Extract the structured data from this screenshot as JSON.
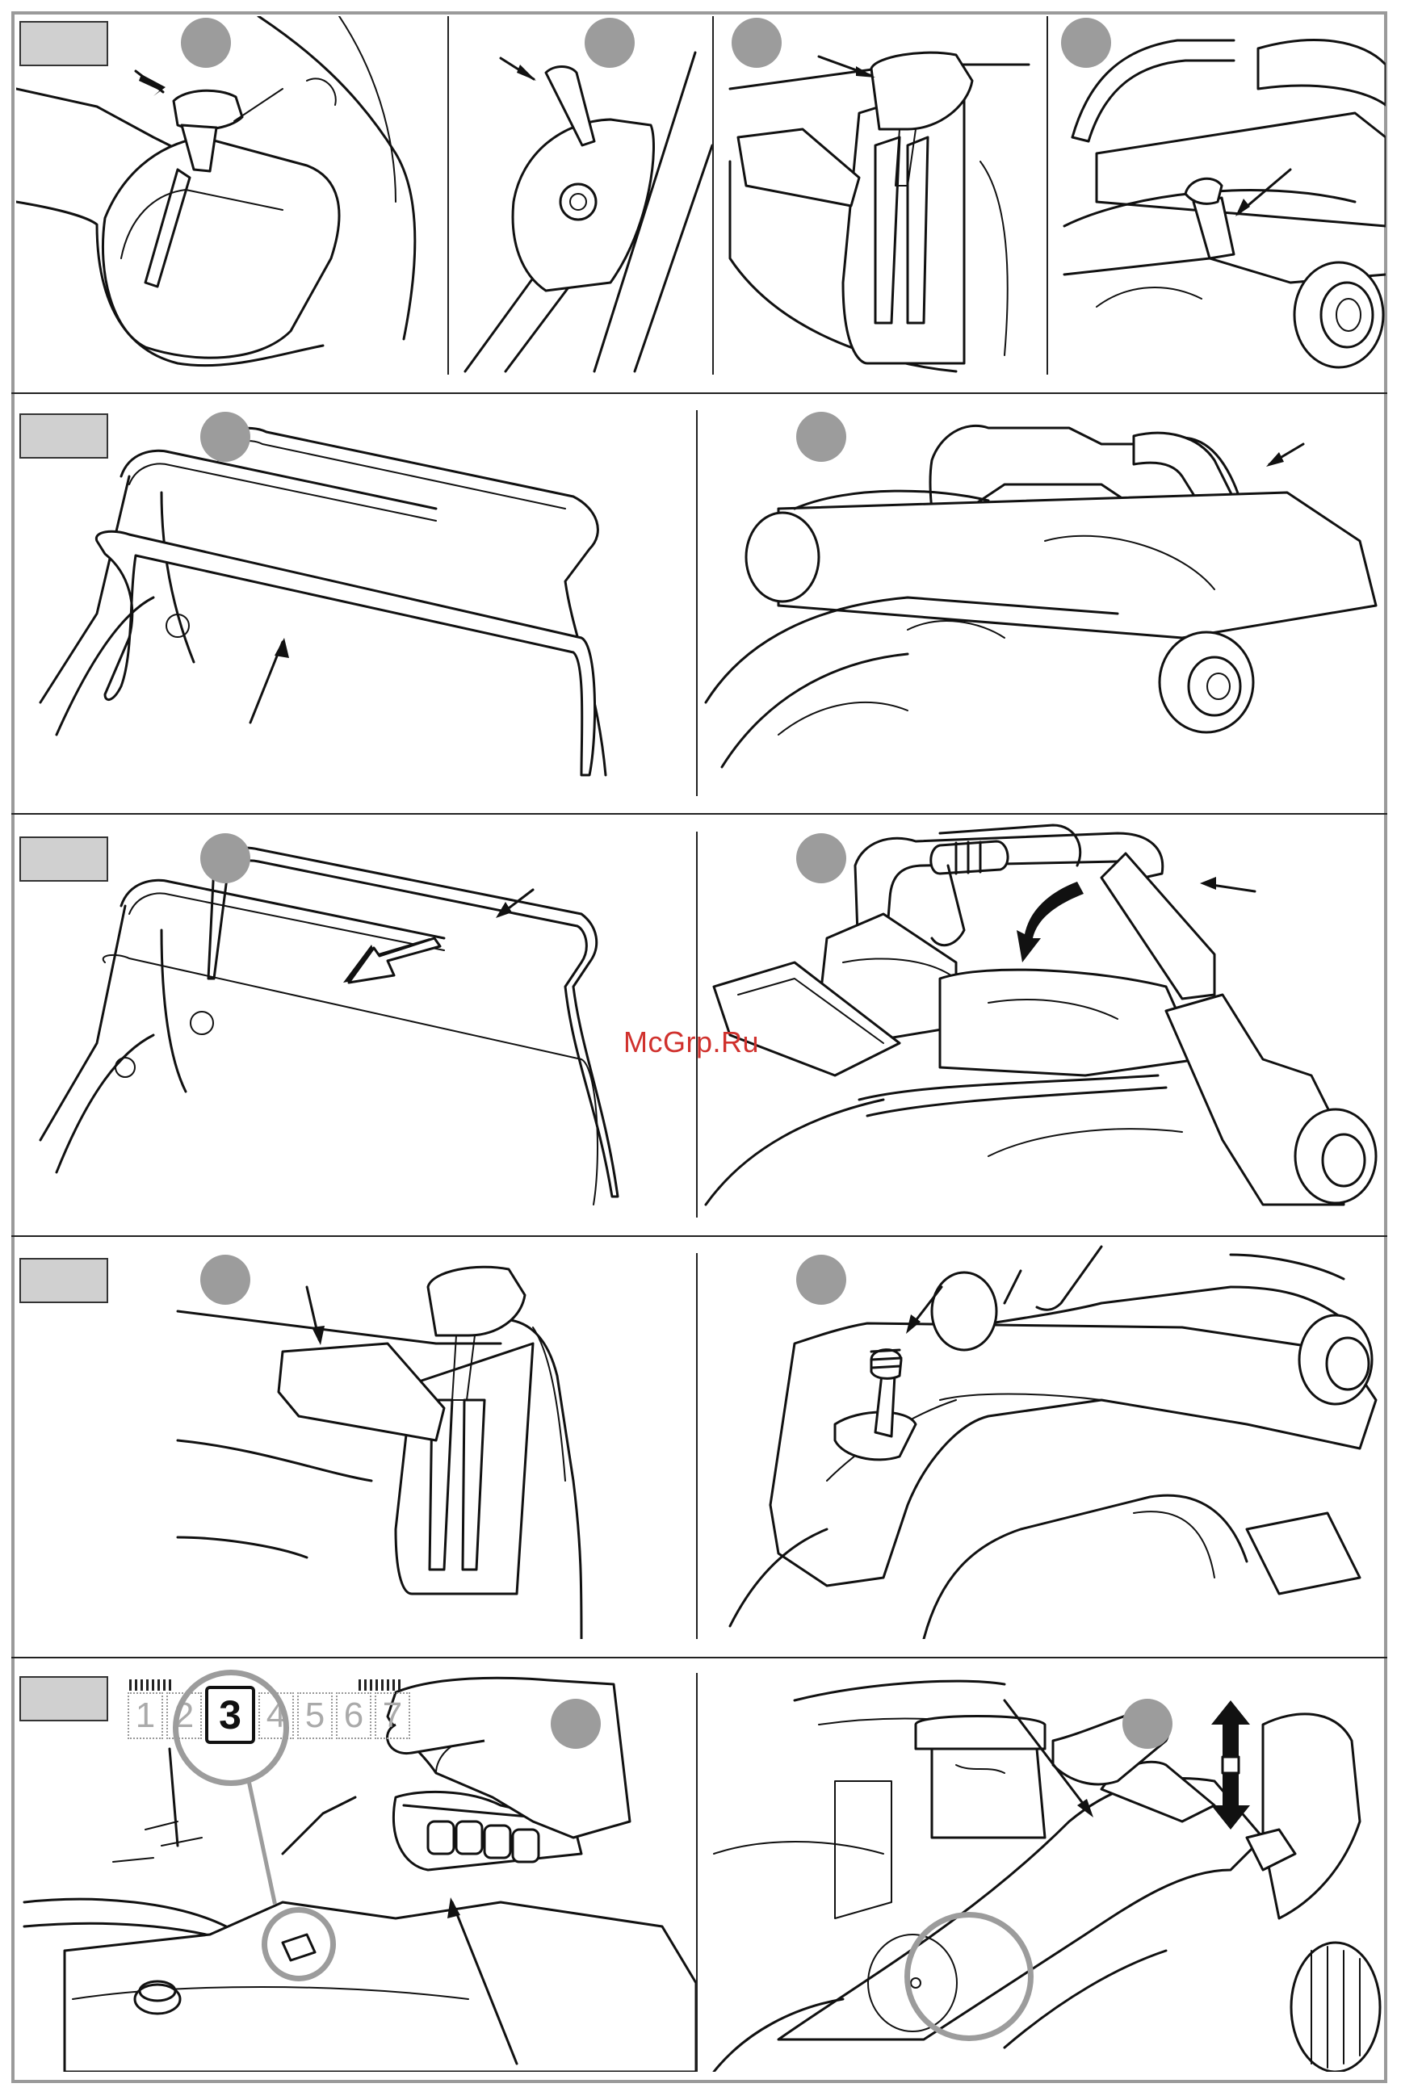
{
  "watermark": "McGrp.Ru",
  "height_scale": {
    "positions": [
      "1",
      "2",
      "3",
      "4",
      "5",
      "6",
      "7"
    ],
    "selected": "3"
  },
  "icons": {
    "step_tags": "grey-label-tab",
    "step_markers": "grey-circle",
    "pointers": "arrow",
    "height_adjust": "double-vertical-arrow",
    "fold_direction": "curved-arrow"
  },
  "colors": {
    "line_art": "#111111",
    "marker_grey": "#9c9c9c",
    "tag_fill": "#d0d0d0",
    "frame": "#9a9a9a",
    "watermark": "#d0312d"
  }
}
